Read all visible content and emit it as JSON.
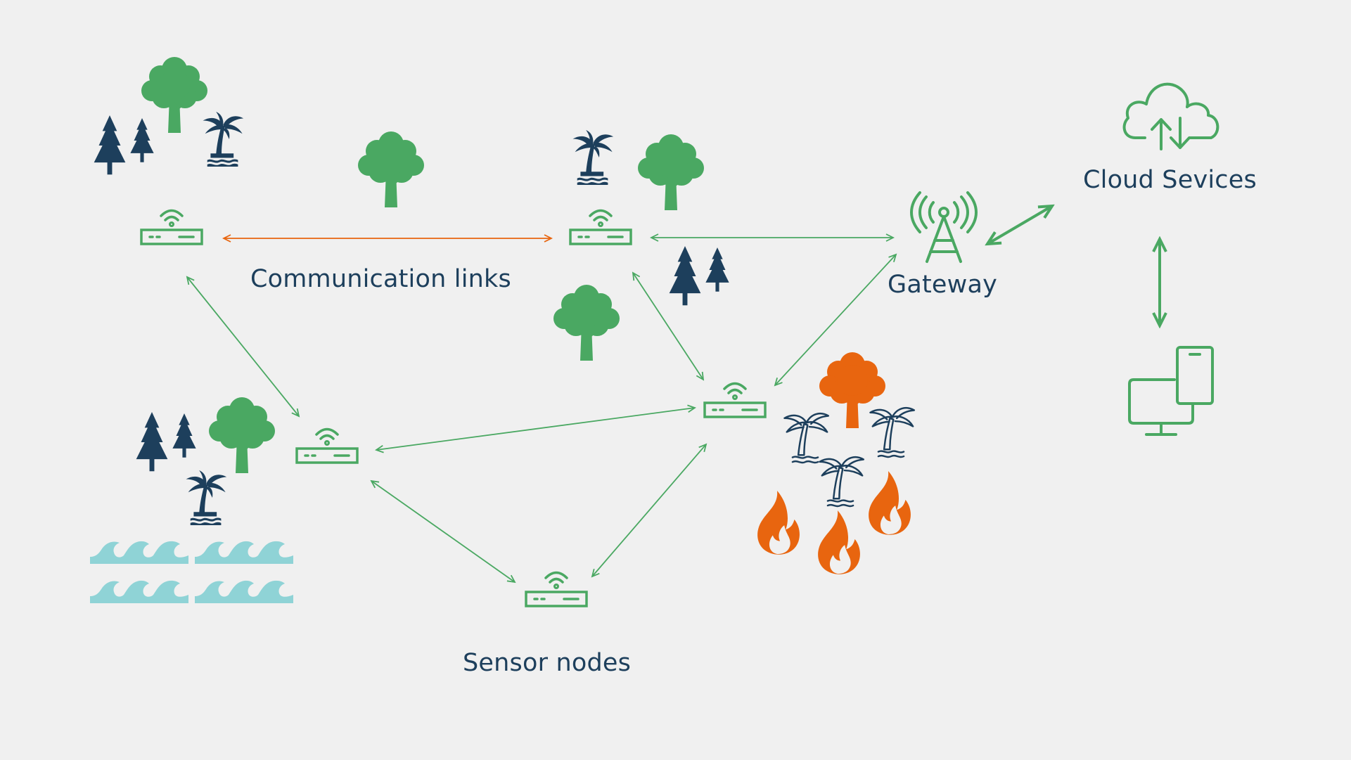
{
  "labels": {
    "communication_links": "Communication links",
    "gateway": "Gateway",
    "cloud_services": "Cloud Sevices",
    "sensor_nodes": "Sensor nodes"
  },
  "colors": {
    "background": "#f0f0f0",
    "green": "#4aa862",
    "navy": "#1d3f5c",
    "orange": "#e8650f",
    "water": "#8fd3d6",
    "label": "#1d3f5c"
  },
  "icons": {
    "sensor_node": "router-wifi-icon",
    "gateway": "antenna-tower-icon",
    "cloud": "cloud-sync-icon",
    "devices": "desktop-phone-icon",
    "tree": "tree-icon",
    "pine": "pine-tree-icon",
    "palm": "palm-island-icon",
    "fire": "flame-icon",
    "wave": "wave-icon"
  }
}
